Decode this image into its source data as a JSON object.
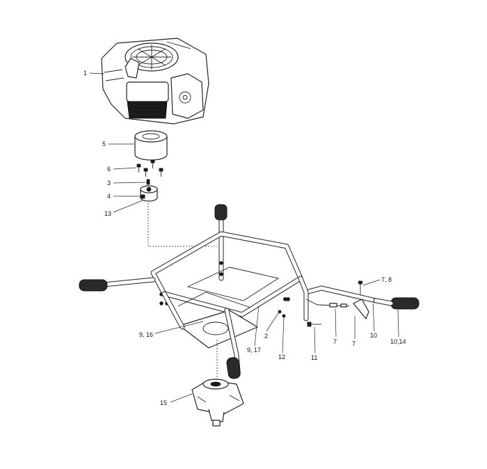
{
  "callouts": [
    {
      "id": "c1",
      "text": "1"
    },
    {
      "id": "c5",
      "text": "5"
    },
    {
      "id": "c6",
      "text": "6"
    },
    {
      "id": "c3",
      "text": "3"
    },
    {
      "id": "c4",
      "text": "4"
    },
    {
      "id": "c13",
      "text": "13"
    },
    {
      "id": "c78",
      "text": "7, 8"
    },
    {
      "id": "c916",
      "text": "9, 16"
    },
    {
      "id": "c2",
      "text": "2"
    },
    {
      "id": "c917",
      "text": "9, 17"
    },
    {
      "id": "c12",
      "text": "12"
    },
    {
      "id": "c11",
      "text": "11"
    },
    {
      "id": "c7a",
      "text": "7"
    },
    {
      "id": "c7b",
      "text": "7"
    },
    {
      "id": "c10",
      "text": "10"
    },
    {
      "id": "c1014",
      "text": "10,14"
    },
    {
      "id": "c15",
      "text": "15"
    }
  ]
}
